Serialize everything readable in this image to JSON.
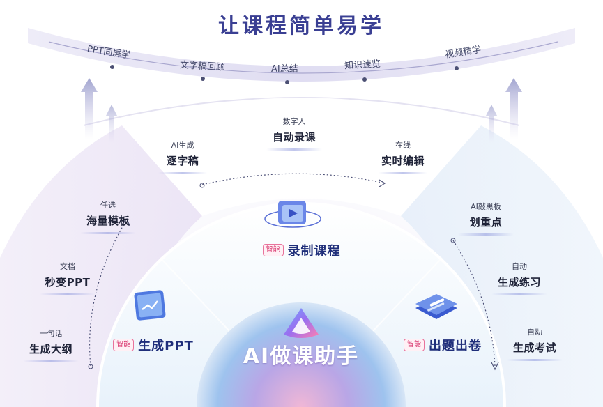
{
  "title": "让课程简单易学",
  "top_items": [
    "PPT同屏学",
    "文字稿回顾",
    "AI总结",
    "知识速览",
    "视频精学"
  ],
  "recording_branch": [
    {
      "sub": "AI生成",
      "main": "逐字稿"
    },
    {
      "sub": "数字人",
      "main": "自动录课"
    },
    {
      "sub": "在线",
      "main": "实时编辑"
    }
  ],
  "ppt_branch": [
    {
      "sub": "任选",
      "main": "海量模板"
    },
    {
      "sub": "文档",
      "main": "秒变PPT"
    },
    {
      "sub": "一句话",
      "main": "生成大纲"
    }
  ],
  "exam_branch": [
    {
      "sub": "AI敲黑板",
      "main": "划重点"
    },
    {
      "sub": "自动",
      "main": "生成练习"
    },
    {
      "sub": "自动",
      "main": "生成考试"
    }
  ],
  "features": {
    "badge": "智能",
    "record": "录制课程",
    "ppt": "生成PPT",
    "exam": "出题出卷"
  },
  "center_title": "AI做课助手",
  "colors": {
    "title": "#3a3f93",
    "badge": "#d9366e",
    "feature_text": "#1f2e7a",
    "arc_band": "#d9d6ee"
  },
  "icons": [
    "video-record-icon",
    "ppt-chart-icon",
    "exam-paper-icon",
    "ai-logo-icon"
  ]
}
